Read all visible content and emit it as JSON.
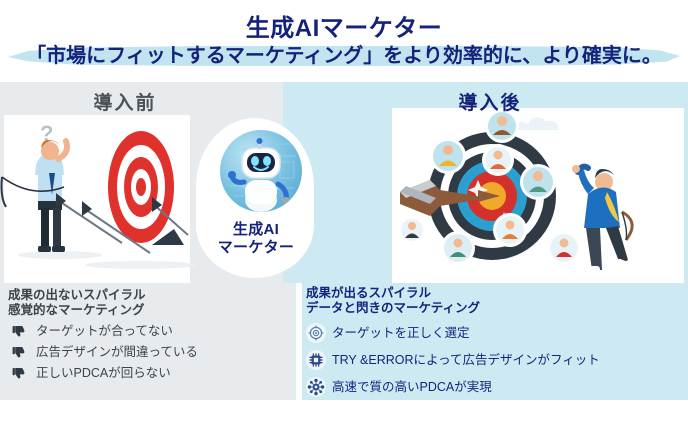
{
  "header": {
    "title": "生成AIマーケター",
    "subtitle": "「市場にフィットするマーケティング」をより効率的に、より確実に。"
  },
  "panels": {
    "before": {
      "heading": "導入前"
    },
    "after": {
      "heading": "導入後"
    }
  },
  "center": {
    "label_line1": "生成AI",
    "label_line2": "マーケター",
    "icon": "ai-robot-icon"
  },
  "arrows": {
    "first": "chevron-right-icon",
    "second": "chevron-right-icon"
  },
  "before_list": {
    "heading": "成果の出ないスパイラル\n感覚的なマーケティング",
    "items": [
      {
        "icon": "thumbs-down-icon",
        "text": "ターゲットが合ってない"
      },
      {
        "icon": "thumbs-down-icon",
        "text": "広告デザインが間違っている"
      },
      {
        "icon": "thumbs-down-icon",
        "text": "正しいPDCAが回らない"
      }
    ]
  },
  "after_list": {
    "heading": "成果が出るスパイラル\nデータと閃きのマーケティング",
    "items": [
      {
        "icon": "target-crosshair-icon",
        "text": "ターゲットを正しく選定"
      },
      {
        "icon": "chip-icon",
        "text": "TRY &ERRORによって広告デザインがフィット"
      },
      {
        "icon": "network-gear-icon",
        "text": "高速で質の高いPDCAが実現"
      }
    ]
  },
  "colors": {
    "brand_navy": "#14227a",
    "panel_before_bg": "#e7ebee",
    "panel_after_bg": "#cde9f1",
    "highlight_band": "#bfe2ef",
    "before_text": "#3d4349",
    "target_red": "#e0322c",
    "arrow_gray": "#4c5258"
  }
}
